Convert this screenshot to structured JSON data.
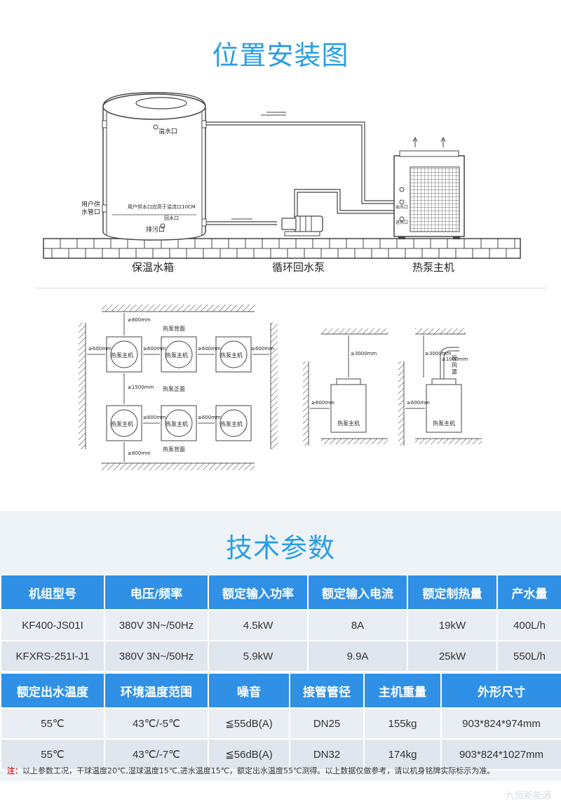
{
  "install_title": "位置安装图",
  "diagram": {
    "overflow_label": "溢水口",
    "supply_label_line1": "用户供",
    "supply_label_line2": "水管口",
    "supply_note": "用户供水口应高于溢流口10CM",
    "drain_label": "排污口",
    "bottom_note": "回水口",
    "tank_label": "保温水箱",
    "pump_label": "循环回水泵",
    "host_label": "热泵主机",
    "port_out": "出水口",
    "port_in": "进水口"
  },
  "layout": {
    "unit": "热泵主机",
    "back": "热泵背面",
    "front": "热泵正面",
    "d600": "≥600mm",
    "d800": "≥800mm",
    "d1500": "≥1500mm",
    "d3000": "≥3000mm",
    "d1000": "≥1000mm",
    "duct": "导风罩"
  },
  "spec_title": "技术参数",
  "table1": {
    "headers": [
      "机组型号",
      "电压/频率",
      "额定输入功率",
      "额定输入电流",
      "额定制热量",
      "产水量"
    ],
    "rows": [
      [
        "KF400-JS01I",
        "380V 3N~/50Hz",
        "4.5kW",
        "8A",
        "19kW",
        "400L/h"
      ],
      [
        "KFXRS-251I-J1",
        "380V 3N~/50Hz",
        "5.9kW",
        "9.9A",
        "25kW",
        "550L/h"
      ]
    ]
  },
  "table2": {
    "headers": [
      "额定出水温度",
      "环境温度范围",
      "噪音",
      "接管管径",
      "主机重量",
      "外形尺寸"
    ],
    "rows": [
      [
        "55℃",
        "43℃/-5℃",
        "≦55dB(A)",
        "DN25",
        "155kg",
        "903*824*974mm"
      ],
      [
        "55℃",
        "43℃/-7℃",
        "≦56dB(A)",
        "DN32",
        "174kg",
        "903*824*1027mm"
      ]
    ]
  },
  "note": {
    "prefix": "注：",
    "text": "以上参数工况，干球温度20℃,湿球温度15℃,进水温度15℃，额定出水温度55℃测得。以上数据仅做参考，请以机身铭牌实际标示为准。"
  },
  "watermark": "九恒新能源"
}
